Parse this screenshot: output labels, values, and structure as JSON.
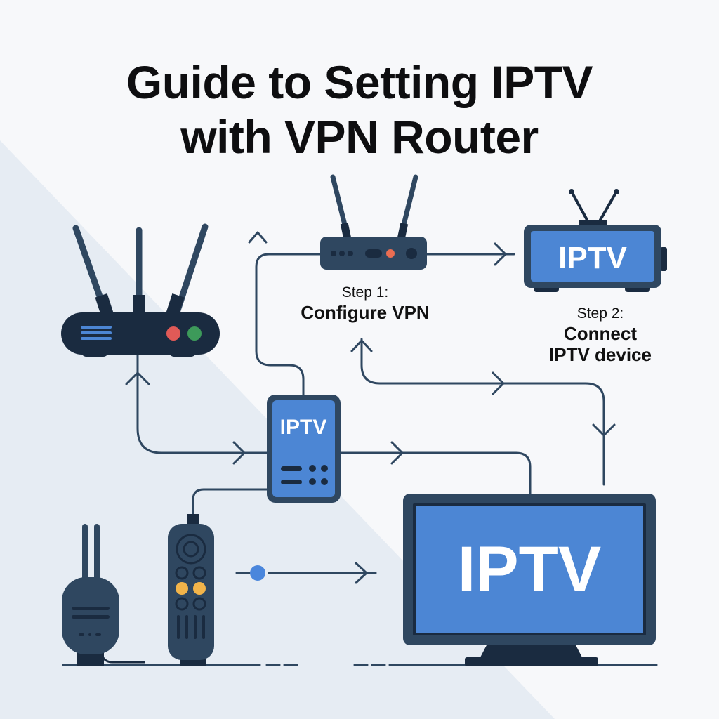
{
  "title": {
    "line1": "Guide to Setting IPTV",
    "line2": "with VPN Router"
  },
  "steps": [
    {
      "number_label": "Step 1:",
      "text": "Configure VPN"
    },
    {
      "number_label": "Step 2:",
      "text_line1": "Connect",
      "text_line2": "IPTV device"
    }
  ],
  "devices": {
    "set_top_tv_label": "IPTV",
    "iptv_box_label": "IPTV",
    "main_tv_label": "IPTV"
  },
  "colors": {
    "background_light": "#f7f8fa",
    "background_shade": "#e6ecf3",
    "device_dark": "#1a2b40",
    "device_slate": "#2f4760",
    "screen_blue": "#4c86d4",
    "line": "#2f4760",
    "led_red": "#e05a57",
    "led_green": "#3d9a5a",
    "led_orange": "#ea6d52",
    "button_yellow": "#f2b44a",
    "dot_blue": "#4a86dc"
  }
}
